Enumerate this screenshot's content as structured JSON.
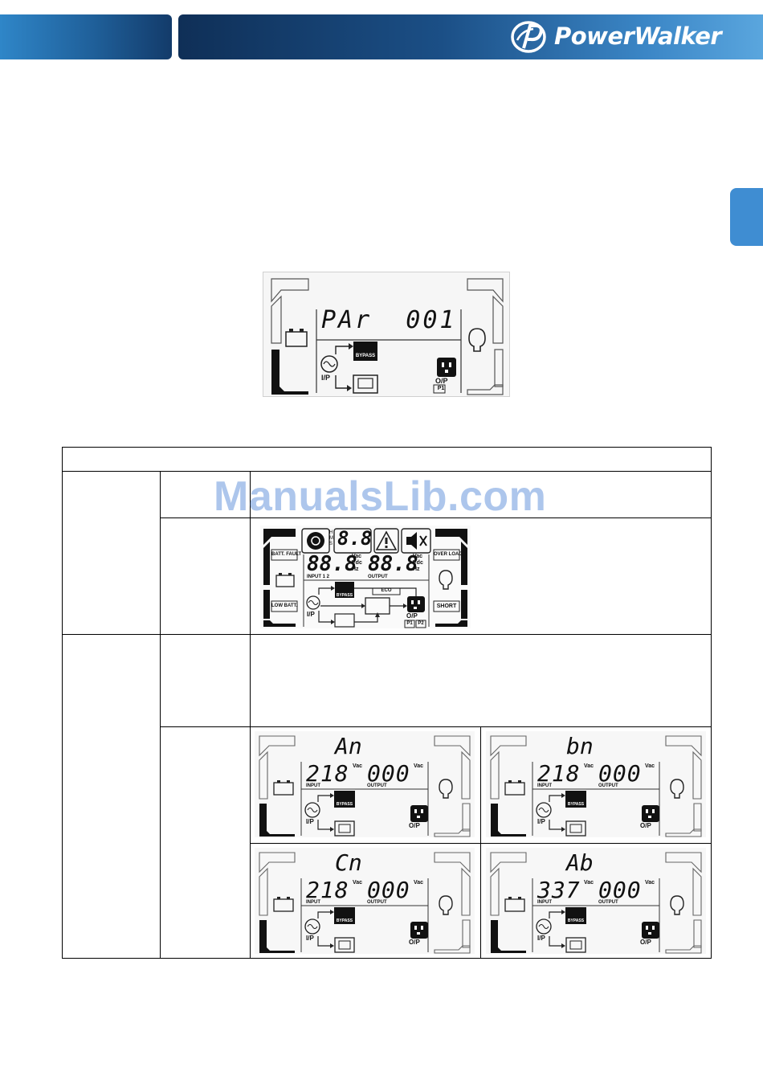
{
  "header": {
    "brand": "PowerWalker",
    "brand_color": "#ffffff",
    "bar_colors": [
      "#2f86c8",
      "#133b6a",
      "#5aa6de"
    ]
  },
  "watermark": "ManualsLib.com",
  "lcd_top": {
    "line1": "PAr  001",
    "output_label": "O/P",
    "page_label": "P1",
    "bypass_label": "BYPASS",
    "input_label": "I/P"
  },
  "lcd_full": {
    "time_value": "8.8",
    "time_units": "H M S",
    "batt_fault": "BATT. FAULT",
    "low_batt": "LOW BATT.",
    "over_load": "OVER LOAD",
    "short": "SHORT",
    "input_value": "88.8",
    "output_value": "88.8",
    "unit_vac": "Vac",
    "unit_vdc": "Vdc",
    "unit_hz": "Hz",
    "input_label": "INPUT",
    "input_phase": "1 2",
    "output_label": "OUTPUT",
    "bypass_label": "BYPASS",
    "eco_label": "ECO",
    "ip_label": "I/P",
    "op_label": "O/P",
    "p1": "P1",
    "p2": "P2"
  },
  "lcd_small": [
    {
      "code": "An",
      "input": "218",
      "output": "000",
      "unit": "Vac",
      "input_label": "INPUT",
      "output_label": "OUTPUT",
      "bypass_label": "BYPASS",
      "ip": "I/P",
      "op": "O/P"
    },
    {
      "code": "bn",
      "input": "218",
      "output": "000",
      "unit": "Vac",
      "input_label": "INPUT",
      "output_label": "OUTPUT",
      "bypass_label": "BYPASS",
      "ip": "I/P",
      "op": "O/P"
    },
    {
      "code": "Cn",
      "input": "218",
      "output": "000",
      "unit": "Vac",
      "input_label": "INPUT",
      "output_label": "OUTPUT",
      "bypass_label": "BYPASS",
      "ip": "I/P",
      "op": "O/P"
    },
    {
      "code": "Ab",
      "input": "337",
      "output": "000",
      "unit": "Vac",
      "input_label": "INPUT",
      "output_label": "OUTPUT",
      "bypass_label": "BYPASS",
      "ip": "I/P",
      "op": "O/P"
    }
  ]
}
